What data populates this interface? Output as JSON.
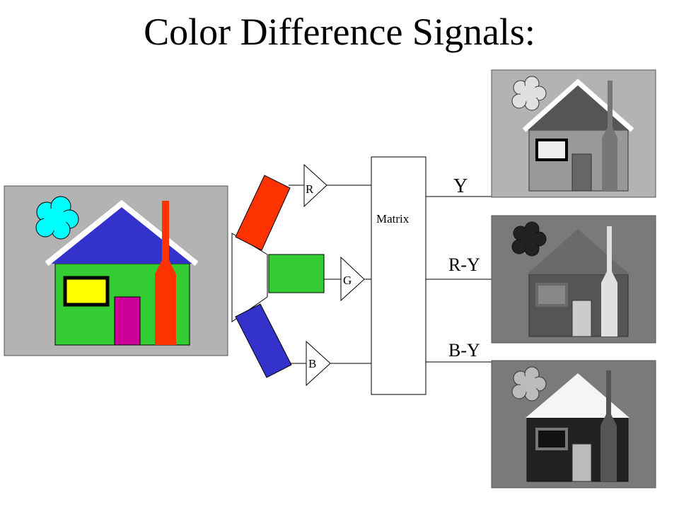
{
  "title": "Color Difference Signals:",
  "labels": {
    "r": "R",
    "g": "G",
    "b": "B",
    "matrix": "Matrix",
    "y": "Y",
    "ry": "R-Y",
    "by": "B-Y"
  },
  "colors": {
    "red": "#ff3300",
    "green": "#33cc33",
    "blue": "#3333cc",
    "sky": "#00ffff",
    "window": "#ffff00",
    "door": "#cc0099",
    "panel_bg": "#b3b3b3"
  }
}
